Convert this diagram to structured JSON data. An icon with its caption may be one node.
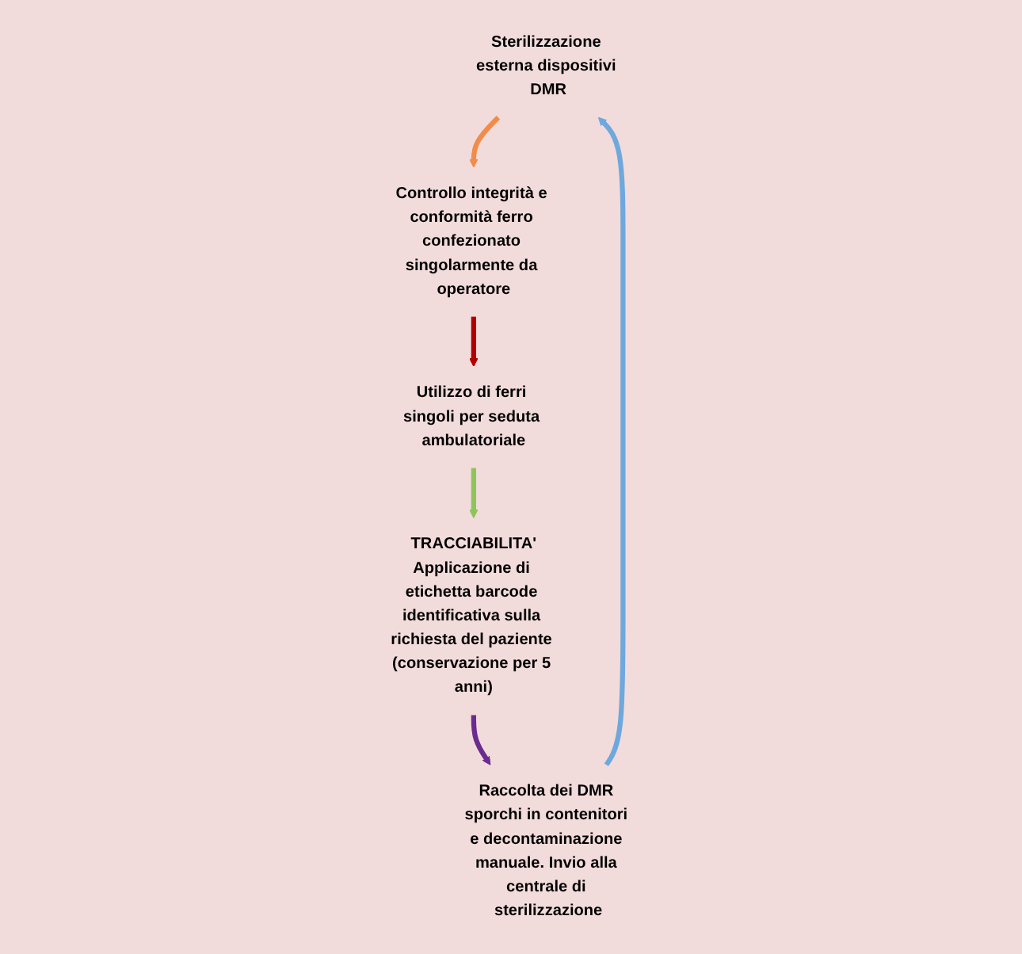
{
  "diagram": {
    "nodes": [
      {
        "text": [
          "Sterilizzazione esterna dispositivi DMR"
        ]
      },
      {
        "text": [
          "Controllo integrità e conformità ferro confezionato singolarmente da operatore"
        ]
      },
      {
        "text": [
          "Utilizzo di ferri singoli per seduta ambulatoriale"
        ]
      },
      {
        "text": [
          "TRACCIABILITA'",
          "Applicazione di etichetta barcode identificativa sulla richiesta del paziente (conservazione per 5 anni)"
        ]
      },
      {
        "text": [
          "Raccolta dei DMR sporchi in contenitori e decontaminazione manuale. Invio alla centrale di sterilizzazione"
        ]
      }
    ],
    "edges": [
      {
        "from": 0,
        "to": 1,
        "arrow": "to",
        "color": "#f28c4a"
      },
      {
        "from": 1,
        "to": 2,
        "arrow": "to",
        "color": "#b00000"
      },
      {
        "from": 2,
        "to": 3,
        "arrow": "to",
        "color": "#8cc65a"
      },
      {
        "from": 3,
        "to": 4,
        "arrow": "to",
        "color": "#6a2c8e"
      },
      {
        "from": 4,
        "to": 0,
        "arrow": "to",
        "color": "#6fa8dc"
      }
    ]
  }
}
